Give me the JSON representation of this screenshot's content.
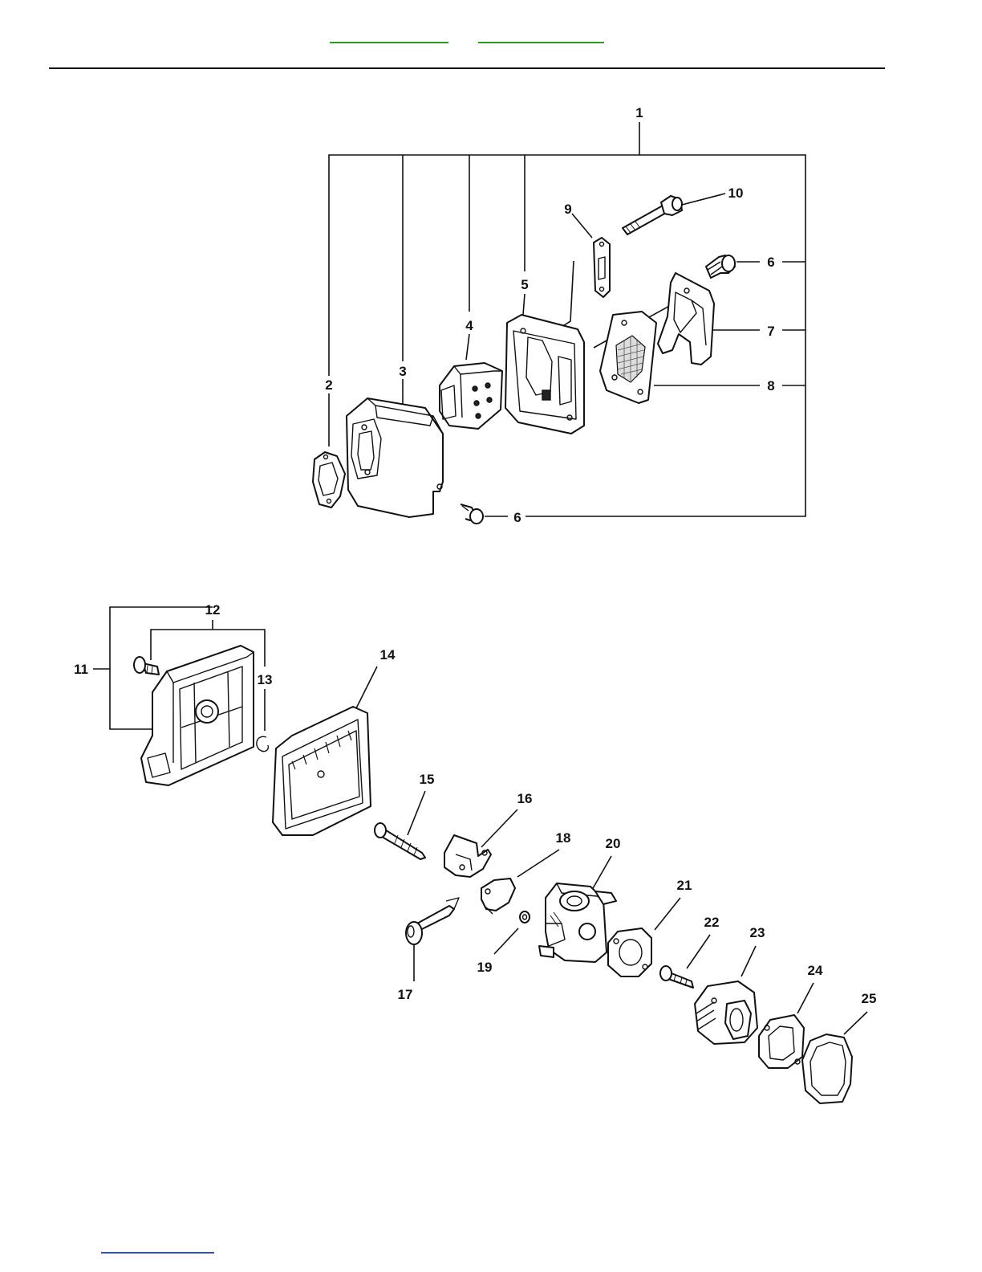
{
  "nav": {
    "prev_label": "",
    "next_label": ""
  },
  "footer": {
    "link_label": ""
  },
  "callouts": {
    "c1": "1",
    "c2": "2",
    "c3": "3",
    "c4": "4",
    "c5": "5",
    "c6a": "6",
    "c6b": "6",
    "c7": "7",
    "c8": "8",
    "c9": "9",
    "c10": "10",
    "c11": "11",
    "c12": "12",
    "c13": "13",
    "c14": "14",
    "c15": "15",
    "c16": "16",
    "c17": "17",
    "c18": "18",
    "c19": "19",
    "c20": "20",
    "c21": "21",
    "c22": "22",
    "c23": "23",
    "c24": "24",
    "c25": "25"
  },
  "colors": {
    "link_green": "#2e9a2e",
    "link_blue": "#2b4fc4",
    "line": "#111111"
  }
}
